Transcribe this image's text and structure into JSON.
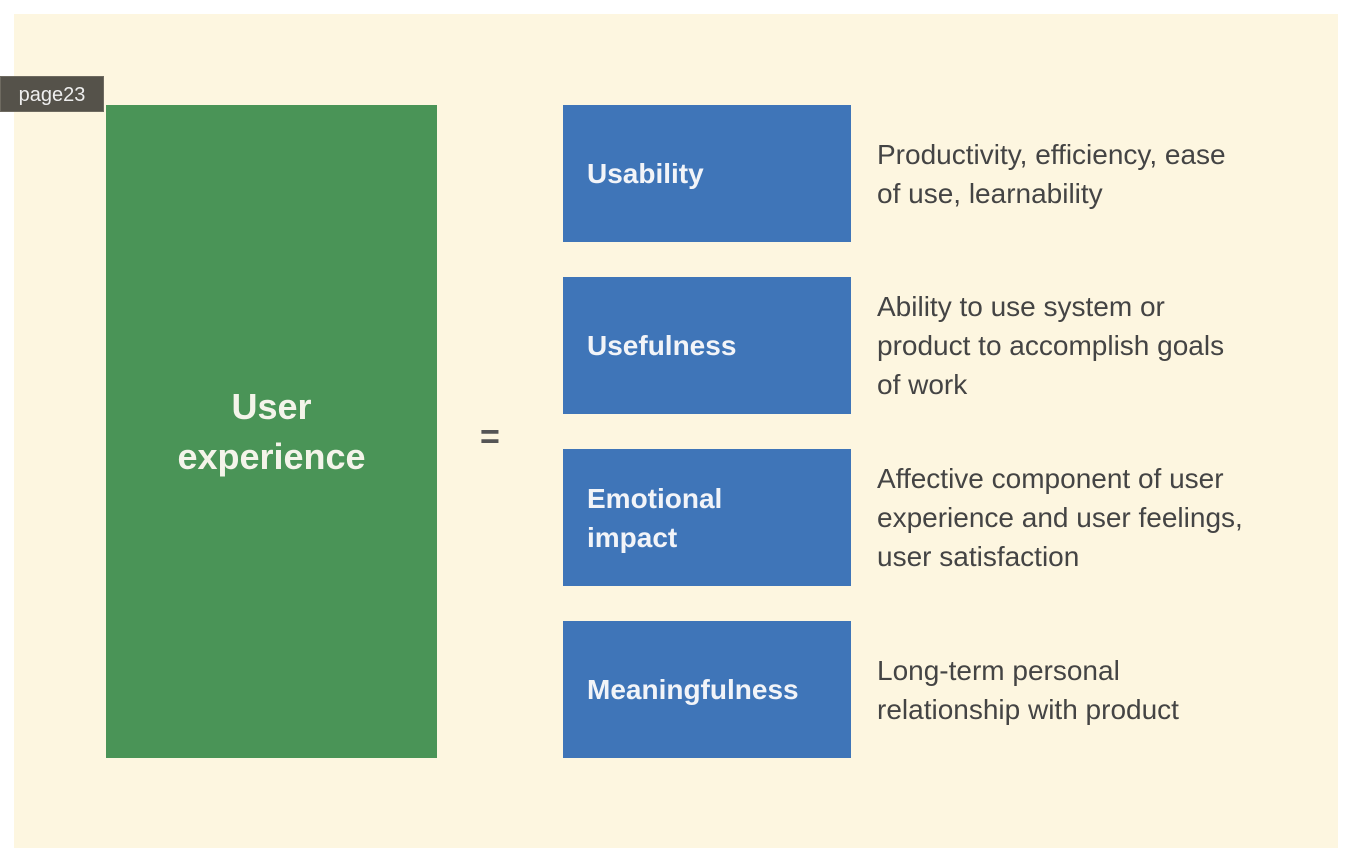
{
  "page_label": "page23",
  "left_box": "User experience",
  "equals": "=",
  "components": [
    {
      "label": "Usability",
      "description": "Productivity, efficiency, ease of use, learnability"
    },
    {
      "label": "Usefulness",
      "description": "Ability to use system or product to accomplish goals of work"
    },
    {
      "label": "Emotional impact",
      "description": "Affective component of user experience and user feelings, user satisfaction"
    },
    {
      "label": "Meaningfulness",
      "description": "Long-term personal relationship with  product"
    }
  ]
}
